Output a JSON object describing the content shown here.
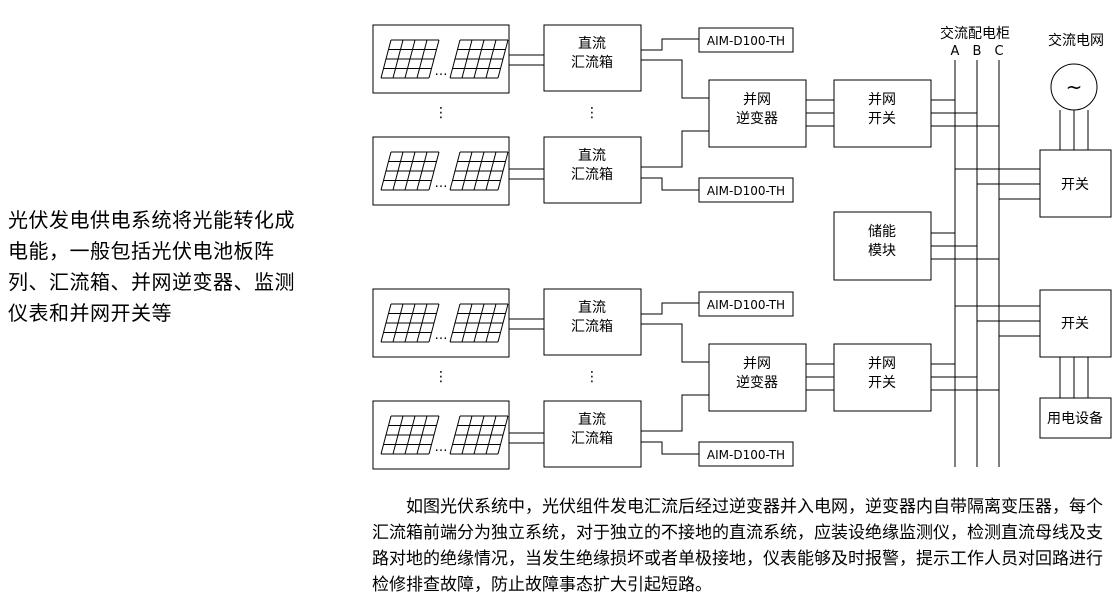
{
  "intro_text": "光伏发电供电系统将光能转化成电能，一般包括光伏电池板阵列、汇流箱、并网逆变器、监测仪表和并网开关等",
  "caption": "如图光伏系统中，光伏组件发电汇流后经过逆变器并入电网，逆变器内自带隔离变压器，每个汇流箱前端分为独立系统，对于独立的不接地的直流系统，应装设绝缘监测仪，检测直流母线及支路对地的绝缘情况，当发生绝缘损坏或者单极接地，仪表能够及时报警，提示工作人员对回路进行检修排查故障，防止故障事态扩大引起短路。",
  "diagram": {
    "panel_dots": "…",
    "vdots": "⋮",
    "combiner_label": [
      "直流",
      "汇流箱"
    ],
    "monitor_label": "AIM-D100-TH",
    "inverter_label": [
      "并网",
      "逆变器"
    ],
    "grid_switch_label": [
      "并网",
      "开关"
    ],
    "storage_label": [
      "储能",
      "模块"
    ],
    "switch_label": "开关",
    "load_label": "用电设备",
    "ac_cabinet_label": "交流配电柜",
    "phase_labels": [
      "A",
      "B",
      "C"
    ],
    "grid_label": "交流电网",
    "grid_symbol": "~"
  }
}
